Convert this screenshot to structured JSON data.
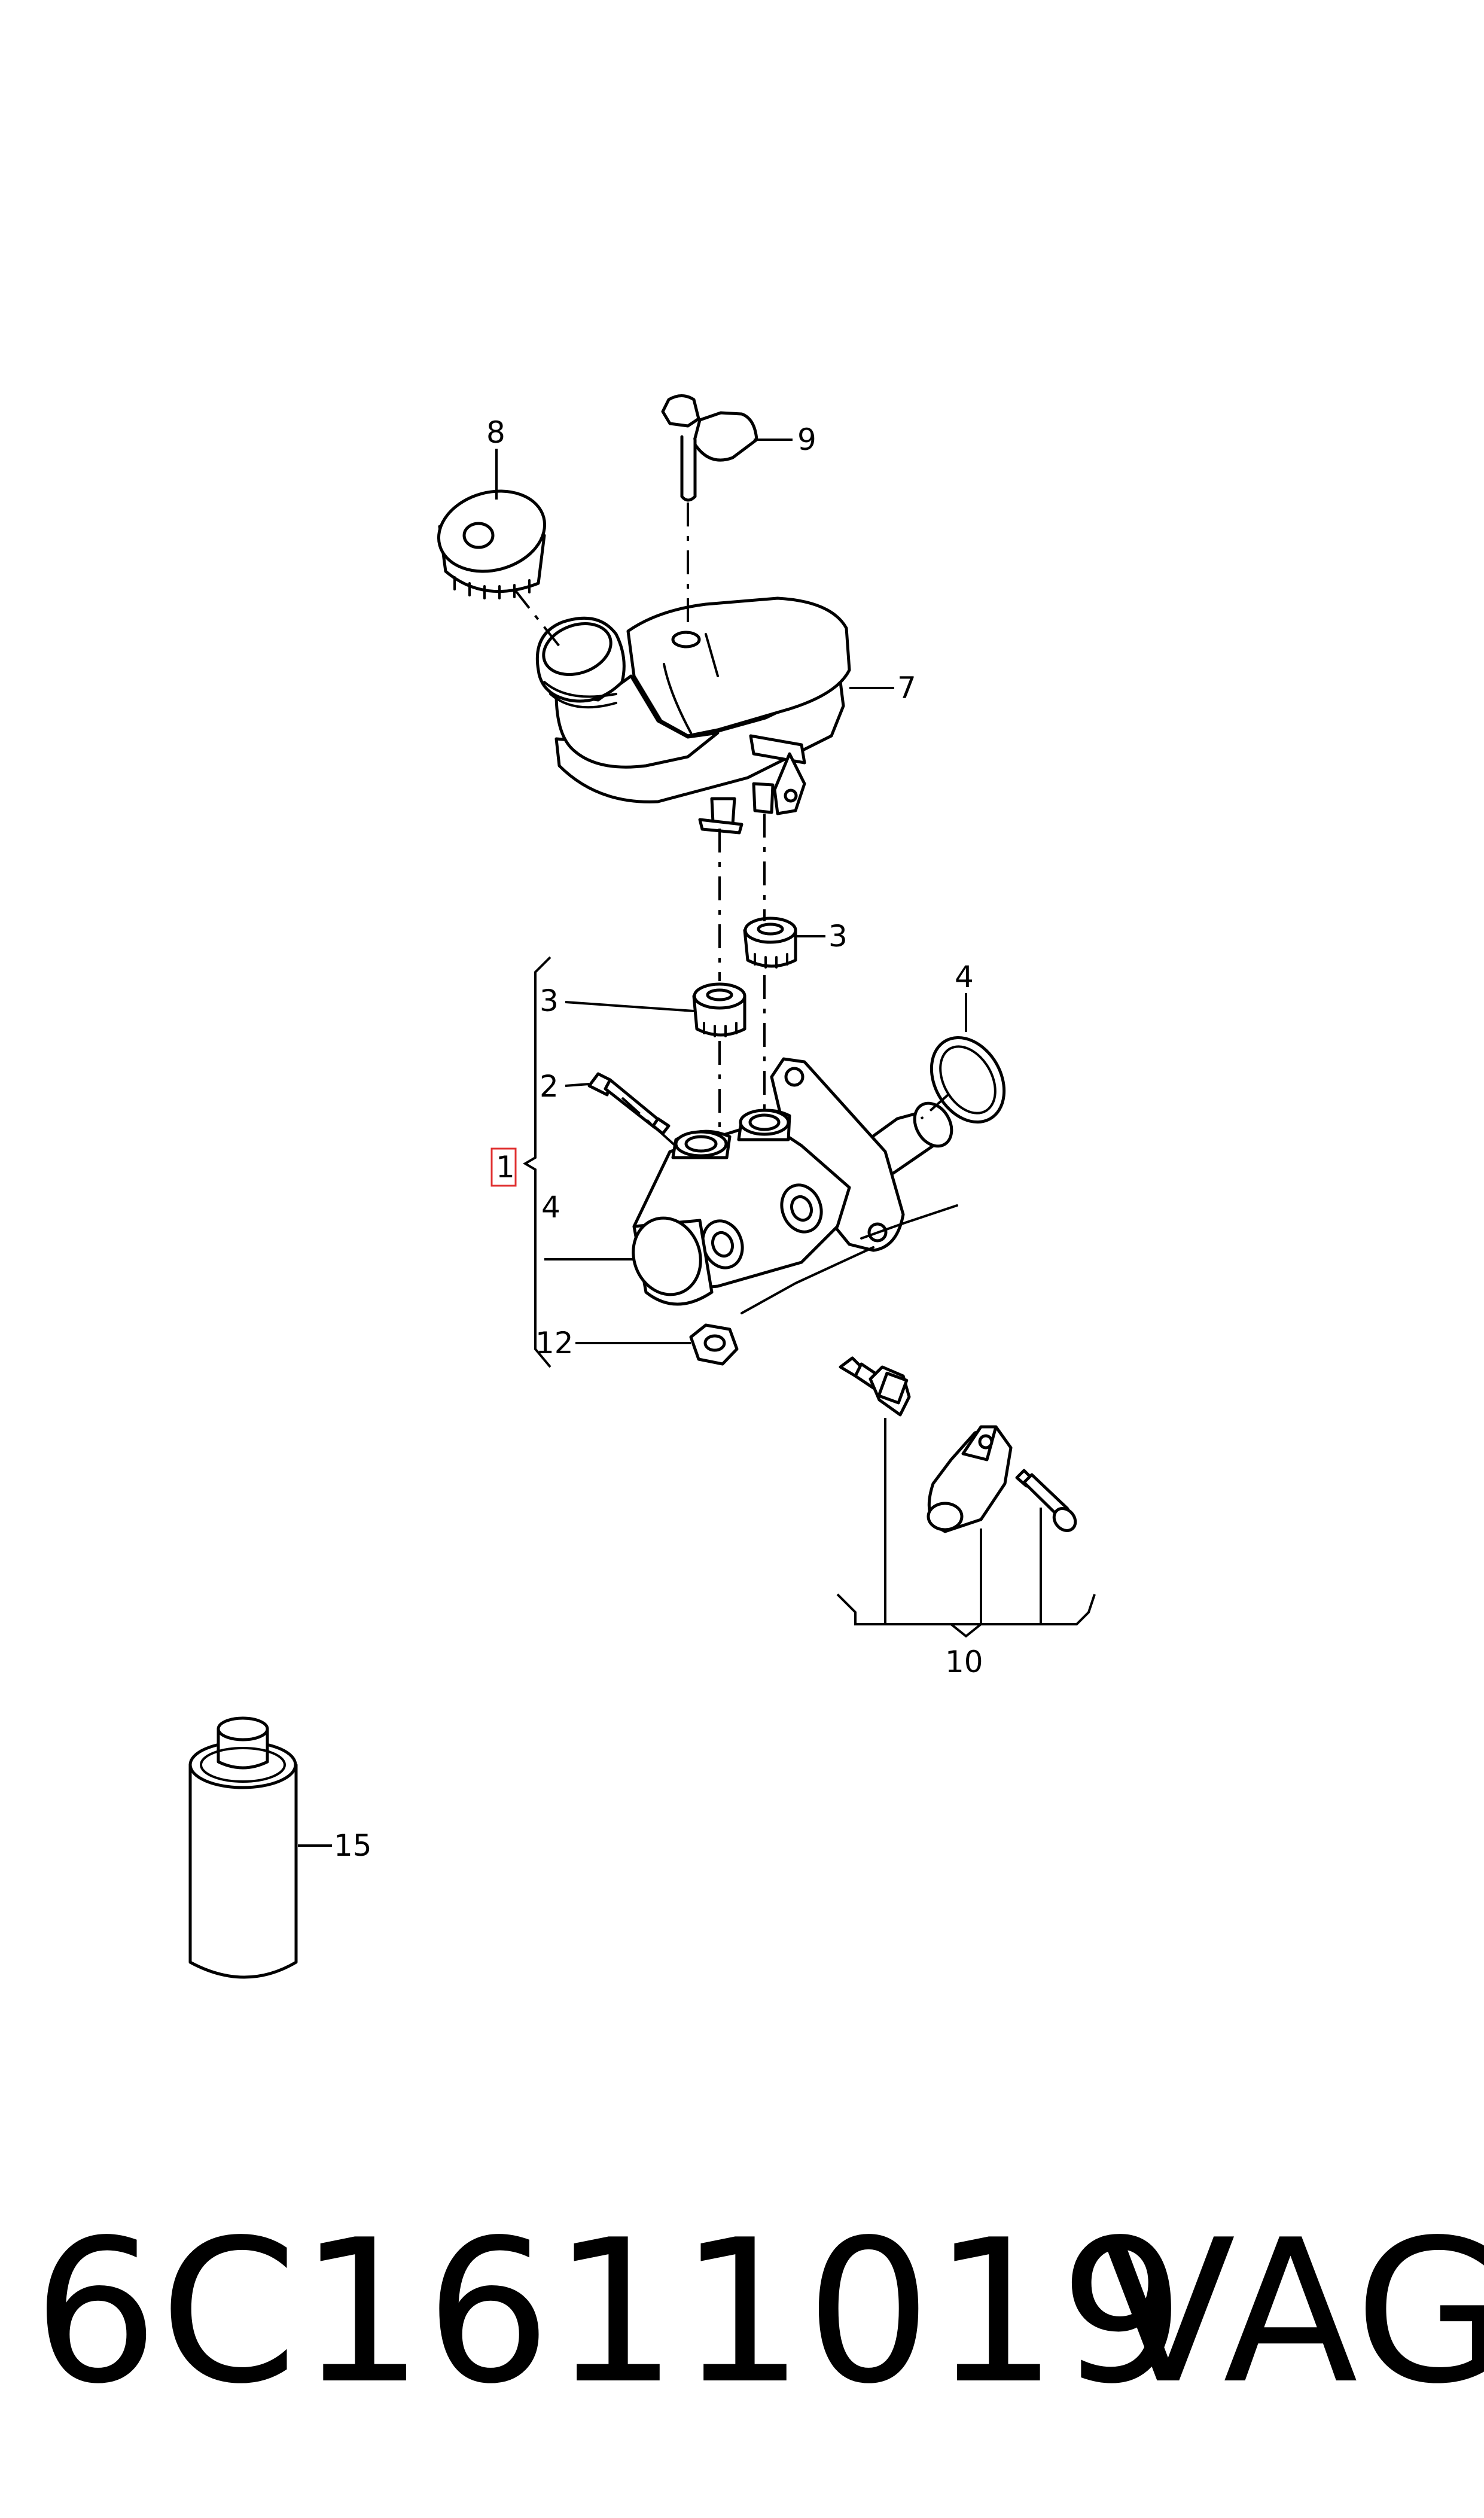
{
  "callouts": {
    "c1": "1",
    "c2": "2",
    "c3a": "3",
    "c3b": "3",
    "c4a": "4",
    "c4b": "4",
    "c7": "7",
    "c8": "8",
    "c9": "9",
    "c10": "10",
    "c12": "12",
    "c15": "15"
  },
  "footer": {
    "part_number": "6C1611019",
    "brand": "VAG"
  },
  "colors": {
    "line": "#000000",
    "highlight_box": "#e03030"
  },
  "parts": [
    "reservoir-cap-icon",
    "level-sensor-icon",
    "brake-fluid-reservoir-icon",
    "grommet-icon",
    "master-cylinder-icon",
    "seal-ring-icon",
    "screw-icon",
    "nut-icon",
    "brake-light-switch-icon",
    "fluid-bottle-icon"
  ]
}
